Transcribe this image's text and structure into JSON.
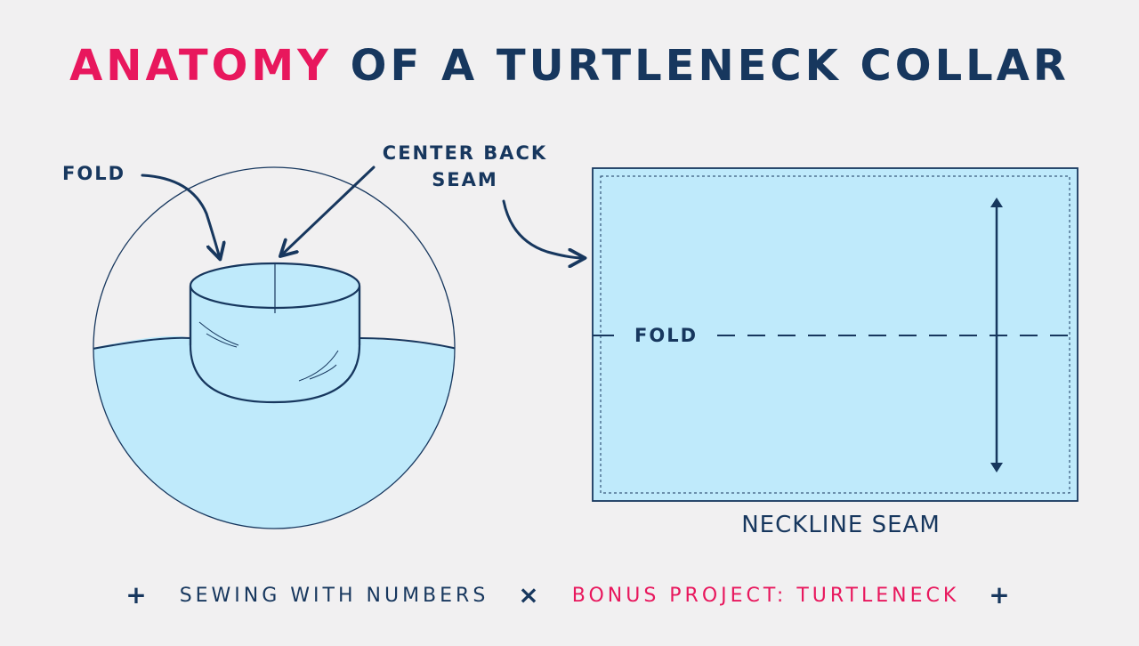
{
  "header": {
    "title_accent": "ANATOMY",
    "title_rest": "OF A TURTLENECK COLLAR"
  },
  "diagram": {
    "fold_label": "FOLD",
    "center_back_line1": "CENTER BACK",
    "center_back_line2": "SEAM",
    "pattern_fold_label": "FOLD",
    "neckline_label": "NECKLINE SEAM"
  },
  "footer": {
    "left_symbol": "+",
    "left_text": "SEWING WITH NUMBERS",
    "separator": "×",
    "right_text": "BONUS PROJECT: TURTLENECK",
    "right_symbol": "+"
  },
  "colors": {
    "navy": "#17375e",
    "accent": "#e8175d",
    "fabric": "#bfeafb",
    "background": "#f1f0f1"
  }
}
